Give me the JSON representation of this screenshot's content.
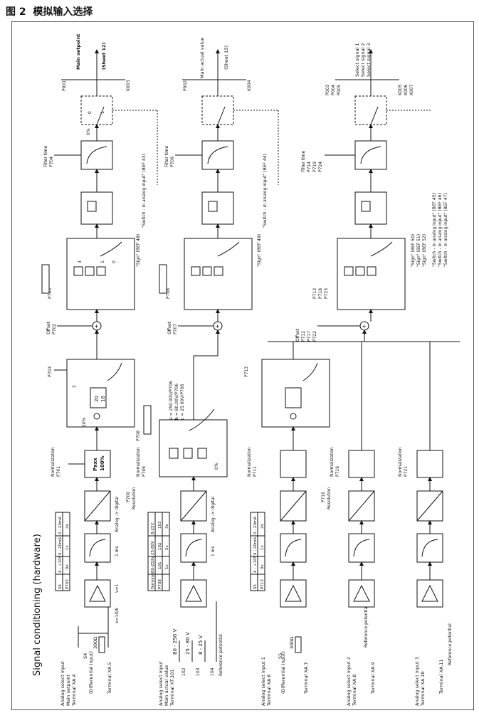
{
  "caption": "图 2  模拟输入选择",
  "title": "Signal conditioning (hardware)",
  "channel1": {
    "inputs": [
      "Analog select input",
      "Main setpoint",
      "Terminal XA.4"
    ],
    "diff": "(Differential input)",
    "term5": "Terminal XA.5",
    "sw": "S4",
    "res": "300Ω",
    "v1": "v=1",
    "v2": "v=10/6",
    "table": [
      [
        "S4",
        "4 - +10V",
        "4 - 20mA",
        "0 - 20mA"
      ],
      [
        "P703",
        "0x",
        "1x",
        "2x"
      ]
    ],
    "filt": "1 ms",
    "adc": "Analog -> digital",
    "p700": "P700",
    "resolution": "Resolution",
    "normalization": "Normalization",
    "p701": "P701",
    "pxxx": "Pxxx",
    "pct": "100%",
    "p703": "P703",
    "pct20": "20%",
    "n20": "20",
    "n16": "16",
    "n2": "2",
    "offset": "Offset",
    "p702": "P702",
    "p703b": "P703",
    "n3": "3",
    "n1": "1",
    "n0": "0",
    "sign": "\"Sign\" (BEF 48)",
    "switch": "\"Switch - in analog input\" (BEF 43)",
    "filter": "Filter time",
    "p704": "P704",
    "zero": "0%",
    "sw0": "0",
    "sw1": "1",
    "out": "Main setpoint",
    "sheet": "(Sheet 12)",
    "p001": "P001",
    "k003": "K003"
  },
  "channel2": {
    "inputs": [
      "Analog select input",
      "Main actual value",
      "Terminal XT.101"
    ],
    "v1": "80 - 250 V",
    "v2": "25 - 80 V",
    "v3": "8 - 25 V",
    "t102": "102",
    "t103": "103",
    "t104": "104",
    "ref": "Reference potential",
    "table": [
      [
        "Terminal",
        "80-250V",
        "25-80V",
        "8-25V"
      ],
      [
        "P708",
        "101",
        "102",
        "103"
      ],
      [
        "",
        "1x",
        "2x",
        "3x"
      ]
    ],
    "filt": "1 ms",
    "adc": "Analog -> digital",
    "normalization": "Normalization",
    "p706": "P706",
    "p708": "P708",
    "abc": [
      "a = 250.00V/P706",
      "b =  80.00V/P706",
      "c =  25.00V/P706"
    ],
    "pct": "0%",
    "offset": "Offset",
    "p707": "P707",
    "p708b": "P708",
    "sign": "\"Sign\" (BEF 49)",
    "switch": "\"Switch - in analog input\" (BEF 44)",
    "filter": "Filter time",
    "p709": "P709",
    "out": "Main actual value",
    "sheet": "(Sheet 15)",
    "p002": "P002",
    "k004": "K004"
  },
  "channel3": {
    "inputs": [
      "Analog select input 1",
      "Terminal XA.6"
    ],
    "diff": "(Differential input)",
    "term7": "Terminal XA.7",
    "sw": "S5",
    "res": "300Ω",
    "table": [
      [
        "S5",
        "4 - +10V",
        "4 - 20mA",
        "0 - 20mA"
      ],
      [
        "P713",
        "0x",
        "1x",
        "2x"
      ]
    ],
    "p710": "P710",
    "resolution": "Resolution",
    "normalization": "Normalization",
    "p711": "P711",
    "p713": "P713"
  },
  "channel4": {
    "inputs": [
      "Analog select input 2",
      "Terminal XA.8"
    ],
    "term9": "Terminal XA.9",
    "ref": "Reference potential",
    "normalization": "Normalization",
    "p716": "P716"
  },
  "channel5": {
    "inputs": [
      "Analog select input 3",
      "Terminal XA.10"
    ],
    "term11": "Terminal XA.11",
    "ref": "Reference potential",
    "normalization": "Normalization",
    "p721": "P721"
  },
  "sel": {
    "offset": [
      "Offset",
      "P712",
      "P717",
      "P722"
    ],
    "params": [
      "P713",
      "P718",
      "P723"
    ],
    "sign": [
      "\"Sign\" (BEF 50)",
      "\"Sign\" (BEF 51)",
      "\"Sign\" (BEF 52)"
    ],
    "switch": [
      "\"Switch - in analog input\" (BEF 45)",
      "\"Switch - in analog input\" (BEF 46)",
      "\"Switch - in analog input\" (BEF 47)"
    ],
    "filter": [
      "Filter time",
      "P714",
      "P719",
      "P724"
    ],
    "outs": [
      "Select signal 1",
      "Select signal 2",
      "Select signal 3"
    ],
    "pl": [
      "P003",
      "P004",
      "P005"
    ],
    "kl": [
      "K005",
      "K006",
      "K007"
    ]
  }
}
